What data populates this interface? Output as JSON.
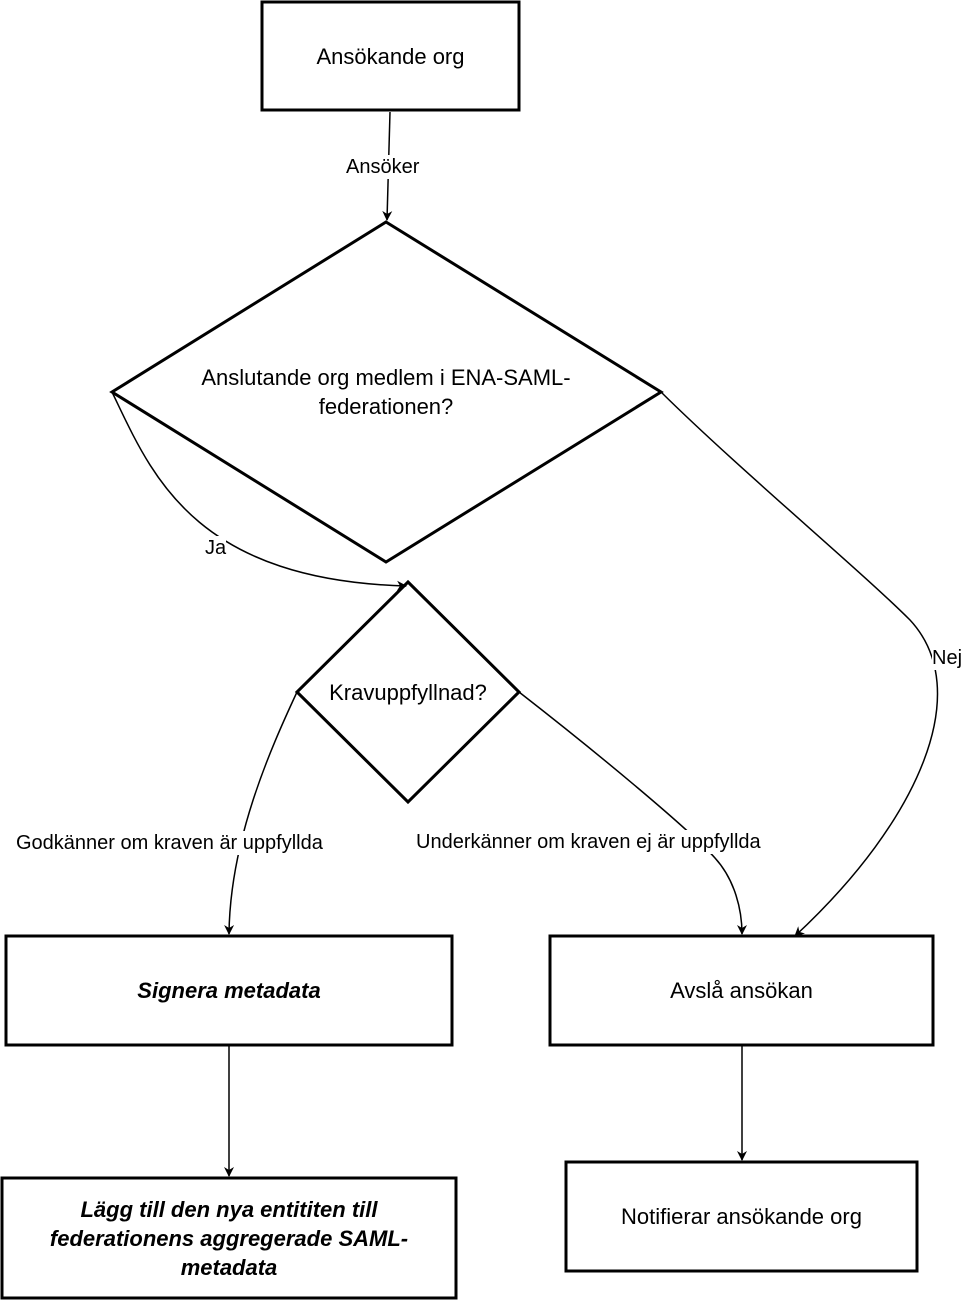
{
  "nodes": {
    "applicant": {
      "label": "Ansökande org"
    },
    "member_decision": {
      "label": "Anslutande org medlem i ENA-SAML-federationen?"
    },
    "requirements_decision": {
      "label": "Kravuppfyllnad?"
    },
    "sign_metadata": {
      "label": "Signera metadata"
    },
    "reject": {
      "label": "Avslå ansökan"
    },
    "add_entity": {
      "label": "Lägg till den nya entititen till federationens aggregerade SAML-metadata"
    },
    "notify": {
      "label": "Notifierar ansökande org"
    }
  },
  "edges": {
    "applies": {
      "label": "Ansöker"
    },
    "yes": {
      "label": "Ja"
    },
    "no": {
      "label": "Nej"
    },
    "approve": {
      "label": "Godkänner om kraven är uppfyllda"
    },
    "disapprove": {
      "label": "Underkänner om kraven ej är uppfyllda"
    }
  },
  "colors": {
    "stroke": "#000000",
    "fill": "#ffffff"
  }
}
